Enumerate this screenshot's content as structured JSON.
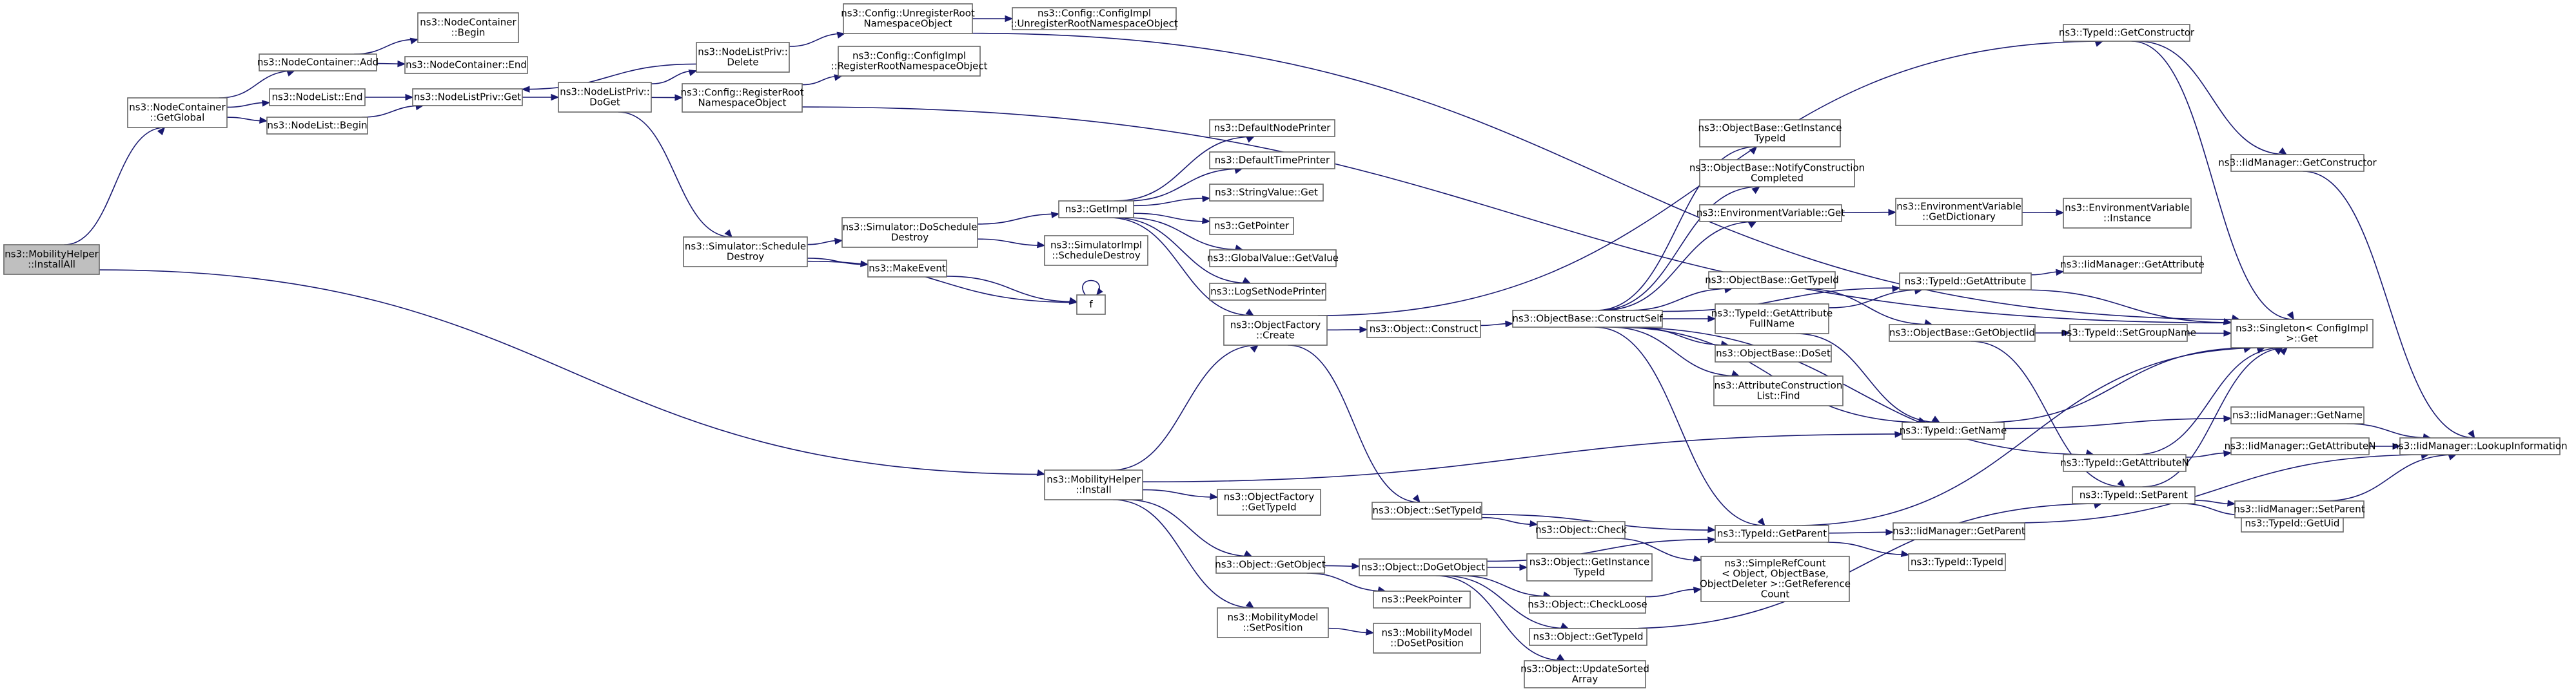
{
  "diagram": {
    "nodes": [
      {
        "id": "n0",
        "lines": [
          "ns3::MobilityHelper",
          "::InstallAll"
        ],
        "root": true
      },
      {
        "id": "n1",
        "lines": [
          "ns3::NodeContainer",
          "::GetGlobal"
        ]
      },
      {
        "id": "n2",
        "lines": [
          "ns3::NodeContainer",
          "::Begin"
        ]
      },
      {
        "id": "n3",
        "lines": [
          "ns3::NodeContainer::Add"
        ]
      },
      {
        "id": "n4",
        "lines": [
          "ns3::NodeContainer::End"
        ]
      },
      {
        "id": "n5",
        "lines": [
          "ns3::NodeList::End"
        ]
      },
      {
        "id": "n6",
        "lines": [
          "ns3::NodeList::Begin"
        ]
      },
      {
        "id": "n7",
        "lines": [
          "ns3::NodeListPriv::Get"
        ]
      },
      {
        "id": "n8",
        "lines": [
          "ns3::NodeListPriv::",
          "Delete"
        ]
      },
      {
        "id": "n9",
        "lines": [
          "ns3::NodeListPriv::",
          "DoGet"
        ]
      },
      {
        "id": "n10",
        "lines": [
          "ns3::Config::UnregisterRoot",
          "NamespaceObject"
        ]
      },
      {
        "id": "n11",
        "lines": [
          "ns3::Config::ConfigImpl",
          "::UnregisterRootNamespaceObject"
        ]
      },
      {
        "id": "n12",
        "lines": [
          "ns3::Config::RegisterRoot",
          "NamespaceObject"
        ]
      },
      {
        "id": "n13",
        "lines": [
          "ns3::Config::ConfigImpl",
          "::RegisterRootNamespaceObject"
        ]
      },
      {
        "id": "n14",
        "lines": [
          "ns3::Simulator::Schedule",
          "Destroy"
        ]
      },
      {
        "id": "n15",
        "lines": [
          "ns3::Simulator::DoSchedule",
          "Destroy"
        ]
      },
      {
        "id": "n16",
        "lines": [
          "ns3::MakeEvent"
        ]
      },
      {
        "id": "n17",
        "lines": [
          "f"
        ]
      },
      {
        "id": "n18",
        "lines": [
          "ns3::GetImpl"
        ],
        "red": true
      },
      {
        "id": "n19",
        "lines": [
          "ns3::SimulatorImpl",
          "::ScheduleDestroy"
        ]
      },
      {
        "id": "n20",
        "lines": [
          "ns3::DefaultNodePrinter"
        ],
        "red": true
      },
      {
        "id": "n21",
        "lines": [
          "ns3::DefaultTimePrinter"
        ],
        "red": true
      },
      {
        "id": "n22",
        "lines": [
          "ns3::StringValue::Get"
        ]
      },
      {
        "id": "n23",
        "lines": [
          "ns3::GetPointer"
        ]
      },
      {
        "id": "n24",
        "lines": [
          "ns3::GlobalValue::GetValue"
        ],
        "red": true
      },
      {
        "id": "n25",
        "lines": [
          "ns3::LogSetNodePrinter"
        ]
      },
      {
        "id": "n26",
        "lines": [
          "ns3::ObjectFactory",
          "::Create"
        ]
      },
      {
        "id": "n27",
        "lines": [
          "ns3::Object::Construct"
        ]
      },
      {
        "id": "n28",
        "lines": [
          "ns3::ObjectBase::ConstructSelf"
        ]
      },
      {
        "id": "n29",
        "lines": [
          "ns3::ObjectBase::GetInstance",
          "TypeId"
        ]
      },
      {
        "id": "n30",
        "lines": [
          "ns3::ObjectBase::NotifyConstruction",
          "Completed"
        ]
      },
      {
        "id": "n31",
        "lines": [
          "ns3::EnvironmentVariable::Get"
        ]
      },
      {
        "id": "n32",
        "lines": [
          "ns3::EnvironmentVariable",
          "::GetDictionary"
        ]
      },
      {
        "id": "n33",
        "lines": [
          "ns3::EnvironmentVariable",
          "::Instance"
        ]
      },
      {
        "id": "n34",
        "lines": [
          "ns3::ObjectBase::GetTypeId"
        ]
      },
      {
        "id": "n35",
        "lines": [
          "ns3::TypeId::GetAttribute",
          "FullName"
        ]
      },
      {
        "id": "n36",
        "lines": [
          "ns3::ObjectBase::DoSet"
        ]
      },
      {
        "id": "n37",
        "lines": [
          "ns3::AttributeConstruction",
          "List::Find"
        ]
      },
      {
        "id": "n38",
        "lines": [
          "ns3::TypeId::GetAttribute"
        ]
      },
      {
        "id": "n39",
        "lines": [
          "ns3::IidManager::GetAttribute"
        ]
      },
      {
        "id": "n40",
        "lines": [
          "ns3::ObjectBase::GetObjectIid"
        ]
      },
      {
        "id": "n41",
        "lines": [
          "ns3::TypeId::SetGroupName"
        ],
        "red": true
      },
      {
        "id": "n42",
        "lines": [
          "ns3::TypeId::GetConstructor"
        ]
      },
      {
        "id": "n43",
        "lines": [
          "ns3::IidManager::GetConstructor"
        ]
      },
      {
        "id": "n44",
        "lines": [
          "ns3::Singleton< ConfigImpl",
          " >::Get"
        ]
      },
      {
        "id": "n45",
        "lines": [
          "ns3::TypeId::GetName"
        ]
      },
      {
        "id": "n46",
        "lines": [
          "ns3::IidManager::GetName"
        ]
      },
      {
        "id": "n47",
        "lines": [
          "ns3::IidManager::LookupInformation"
        ]
      },
      {
        "id": "n48",
        "lines": [
          "ns3::TypeId::GetAttributeN"
        ]
      },
      {
        "id": "n49",
        "lines": [
          "ns3::IidManager::GetAttributeN"
        ]
      },
      {
        "id": "n50",
        "lines": [
          "ns3::TypeId::SetParent"
        ]
      },
      {
        "id": "n51",
        "lines": [
          "ns3::TypeId::GetUid"
        ]
      },
      {
        "id": "n52",
        "lines": [
          "ns3::IidManager::SetParent"
        ]
      },
      {
        "id": "n53",
        "lines": [
          "ns3::MobilityHelper",
          "::Install"
        ]
      },
      {
        "id": "n54",
        "lines": [
          "ns3::ObjectFactory",
          "::GetTypeId"
        ]
      },
      {
        "id": "n55",
        "lines": [
          "ns3::Object::GetObject"
        ]
      },
      {
        "id": "n56",
        "lines": [
          "ns3::MobilityModel",
          "::SetPosition"
        ]
      },
      {
        "id": "n57",
        "lines": [
          "ns3::MobilityModel",
          "::DoSetPosition"
        ]
      },
      {
        "id": "n58",
        "lines": [
          "ns3::Object::SetTypeId"
        ]
      },
      {
        "id": "n59",
        "lines": [
          "ns3::Object::Check"
        ]
      },
      {
        "id": "n60",
        "lines": [
          "ns3::Object::DoGetObject"
        ]
      },
      {
        "id": "n61",
        "lines": [
          "ns3::PeekPointer"
        ]
      },
      {
        "id": "n62",
        "lines": [
          "ns3::Object::GetInstance",
          "TypeId"
        ]
      },
      {
        "id": "n63",
        "lines": [
          "ns3::Object::CheckLoose"
        ]
      },
      {
        "id": "n64",
        "lines": [
          "ns3::Object::GetTypeId"
        ]
      },
      {
        "id": "n65",
        "lines": [
          "ns3::Object::UpdateSorted",
          "Array"
        ]
      },
      {
        "id": "n66",
        "lines": [
          "ns3::SimpleRefCount",
          "< Object, ObjectBase,",
          " ObjectDeleter >::GetReference",
          "Count"
        ]
      },
      {
        "id": "n67",
        "lines": [
          "ns3::TypeId::GetParent"
        ]
      },
      {
        "id": "n68",
        "lines": [
          "ns3::IidManager::GetParent"
        ]
      },
      {
        "id": "n69",
        "lines": [
          "ns3::TypeId::TypeId"
        ]
      }
    ],
    "edges": [
      [
        "n0",
        "n1"
      ],
      [
        "n0",
        "n53"
      ],
      [
        "n1",
        "n3"
      ],
      [
        "n1",
        "n5"
      ],
      [
        "n1",
        "n6"
      ],
      [
        "n3",
        "n2"
      ],
      [
        "n3",
        "n4"
      ],
      [
        "n5",
        "n7"
      ],
      [
        "n6",
        "n7"
      ],
      [
        "n7",
        "n9"
      ],
      [
        "n9",
        "n8"
      ],
      [
        "n9",
        "n12"
      ],
      [
        "n9",
        "n14"
      ],
      [
        "n8",
        "n7"
      ],
      [
        "n8",
        "n10"
      ],
      [
        "n10",
        "n11"
      ],
      [
        "n10",
        "n44"
      ],
      [
        "n12",
        "n13"
      ],
      [
        "n12",
        "n44"
      ],
      [
        "n14",
        "n15"
      ],
      [
        "n14",
        "n16"
      ],
      [
        "n14",
        "n17"
      ],
      [
        "n15",
        "n18"
      ],
      [
        "n15",
        "n19"
      ],
      [
        "n16",
        "n17"
      ],
      [
        "n17",
        "n17"
      ],
      [
        "n18",
        "n20"
      ],
      [
        "n18",
        "n21"
      ],
      [
        "n18",
        "n22"
      ],
      [
        "n18",
        "n23"
      ],
      [
        "n18",
        "n24"
      ],
      [
        "n18",
        "n25"
      ],
      [
        "n18",
        "n26"
      ],
      [
        "n26",
        "n27"
      ],
      [
        "n26",
        "n42"
      ],
      [
        "n26",
        "n58"
      ],
      [
        "n27",
        "n28"
      ],
      [
        "n28",
        "n29"
      ],
      [
        "n28",
        "n30"
      ],
      [
        "n28",
        "n31"
      ],
      [
        "n28",
        "n34"
      ],
      [
        "n28",
        "n35"
      ],
      [
        "n28",
        "n36"
      ],
      [
        "n28",
        "n37"
      ],
      [
        "n28",
        "n38"
      ],
      [
        "n28",
        "n45"
      ],
      [
        "n28",
        "n48"
      ],
      [
        "n28",
        "n67"
      ],
      [
        "n31",
        "n32"
      ],
      [
        "n32",
        "n33"
      ],
      [
        "n34",
        "n40"
      ],
      [
        "n35",
        "n38"
      ],
      [
        "n35",
        "n45"
      ],
      [
        "n38",
        "n39"
      ],
      [
        "n38",
        "n44"
      ],
      [
        "n40",
        "n41"
      ],
      [
        "n40",
        "n50"
      ],
      [
        "n41",
        "n44"
      ],
      [
        "n42",
        "n43"
      ],
      [
        "n42",
        "n44"
      ],
      [
        "n43",
        "n47"
      ],
      [
        "n45",
        "n46"
      ],
      [
        "n45",
        "n44"
      ],
      [
        "n46",
        "n47"
      ],
      [
        "n48",
        "n49"
      ],
      [
        "n48",
        "n44"
      ],
      [
        "n49",
        "n47"
      ],
      [
        "n50",
        "n51"
      ],
      [
        "n50",
        "n52"
      ],
      [
        "n50",
        "n44"
      ],
      [
        "n52",
        "n47"
      ],
      [
        "n53",
        "n26"
      ],
      [
        "n53",
        "n54"
      ],
      [
        "n53",
        "n55"
      ],
      [
        "n53",
        "n56"
      ],
      [
        "n53",
        "n45"
      ],
      [
        "n55",
        "n60"
      ],
      [
        "n55",
        "n61"
      ],
      [
        "n56",
        "n57"
      ],
      [
        "n58",
        "n59"
      ],
      [
        "n58",
        "n67"
      ],
      [
        "n59",
        "n66"
      ],
      [
        "n60",
        "n62"
      ],
      [
        "n60",
        "n63"
      ],
      [
        "n60",
        "n64"
      ],
      [
        "n60",
        "n65"
      ],
      [
        "n60",
        "n67"
      ],
      [
        "n63",
        "n66"
      ],
      [
        "n64",
        "n50"
      ],
      [
        "n67",
        "n68"
      ],
      [
        "n67",
        "n69"
      ],
      [
        "n67",
        "n44"
      ],
      [
        "n68",
        "n47"
      ]
    ]
  }
}
